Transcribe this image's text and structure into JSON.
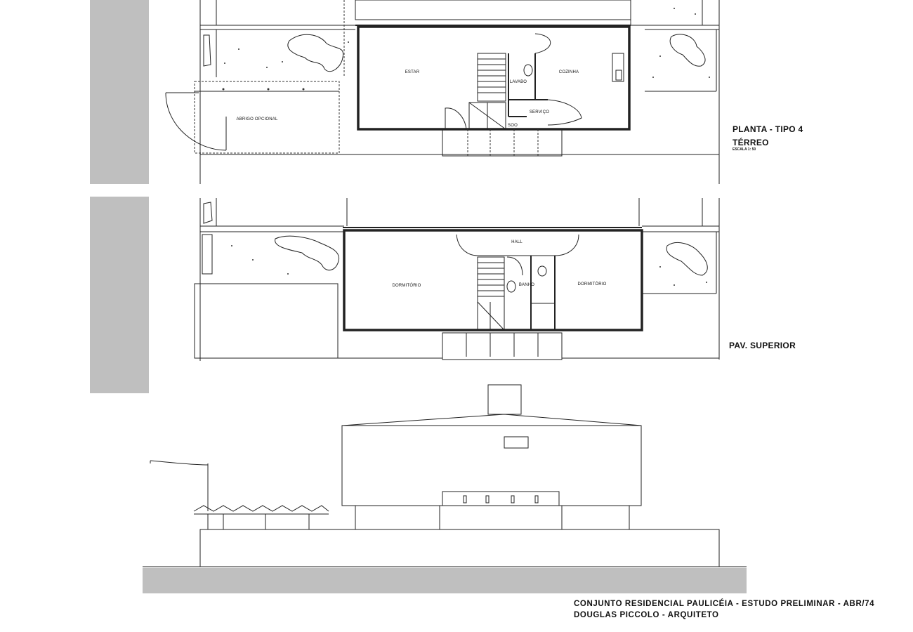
{
  "drawing": {
    "ground_floor": {
      "title": "PLANTA - TIPO 4",
      "floor_name": "TÉRREO",
      "scale": "ESCALA 1: 50",
      "rooms": {
        "living": "ESTAR",
        "kitchen": "COZINHA",
        "lavatory": "LAVABO",
        "service": "SERVIÇO",
        "optional_shelter": "ABRIGO OPCIONAL",
        "stair_label": "SOO"
      }
    },
    "upper_floor": {
      "floor_name": "PAV. SUPERIOR",
      "rooms": {
        "hall": "HALL",
        "bedroom_left": "DORMITÓRIO",
        "bathroom": "BANHO",
        "bedroom_right": "DORMITÓRIO"
      }
    },
    "footer": {
      "line1": "CONJUNTO RESIDENCIAL PAULICÉIA - ESTUDO PRELIMINAR - ABR/74",
      "line2": "DOUGLAS PICCOLO - ARQUITETO"
    },
    "colors": {
      "ink": "#222222",
      "band": "#bfbfbf",
      "paper": "#ffffff"
    }
  }
}
